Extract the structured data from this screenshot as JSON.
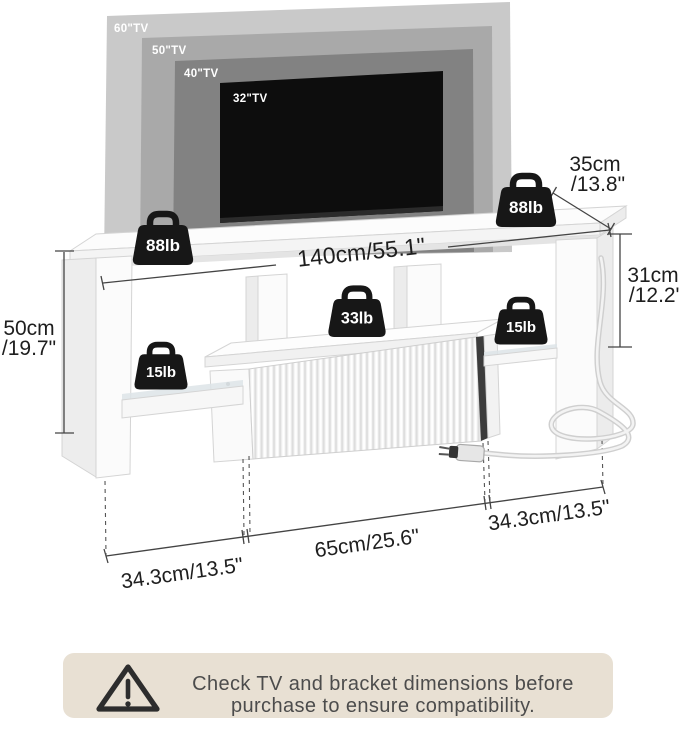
{
  "tv_sizes": [
    {
      "label": "60\"TV"
    },
    {
      "label": "50\"TV"
    },
    {
      "label": "40\"TV"
    },
    {
      "label": "32\"TV"
    }
  ],
  "weight_capacities": {
    "top_left": "88lb",
    "top_right": "88lb",
    "middle_shelf": "33lb",
    "right_shelf": "15lb",
    "left_shelf": "15lb"
  },
  "dimensions": {
    "width_top": "140cm/55.1\"",
    "depth_top": {
      "line1": "35cm",
      "line2": "/13.8\""
    },
    "open_compartment_height": {
      "line1": "31cm",
      "line2": "/12.2\""
    },
    "overall_height": {
      "line1": "50cm",
      "line2": "/19.7\""
    },
    "bottom_left_section": "34.3cm/13.5\"",
    "bottom_middle_section": "65cm/25.6\"",
    "bottom_right_section": "34.3cm/13.5\""
  },
  "warning_note": {
    "line1": "Check TV and bracket dimensions before",
    "line2": "purchase to ensure compatibility."
  },
  "colors": {
    "silhouette_60": "#c9c9c9",
    "silhouette_50": "#a9a9a9",
    "silhouette_40": "#828282",
    "tv_screen": "#0d0d0d",
    "badge": "#171717",
    "banner_background": "#e8e0d3"
  }
}
